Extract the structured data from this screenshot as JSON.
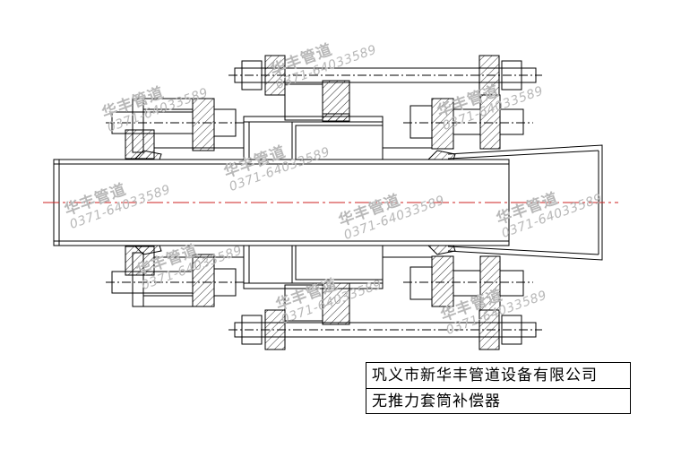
{
  "title_block": {
    "company": "巩义市新华丰管道设备有限公司",
    "product": "无推力套筒补偿器"
  },
  "watermark": {
    "brand": "华丰管道",
    "phone": "0371-64033589"
  },
  "colors": {
    "line": "#000000",
    "centerline": "#cc2222",
    "watermark": "#b8b8b8",
    "background": "#ffffff"
  }
}
